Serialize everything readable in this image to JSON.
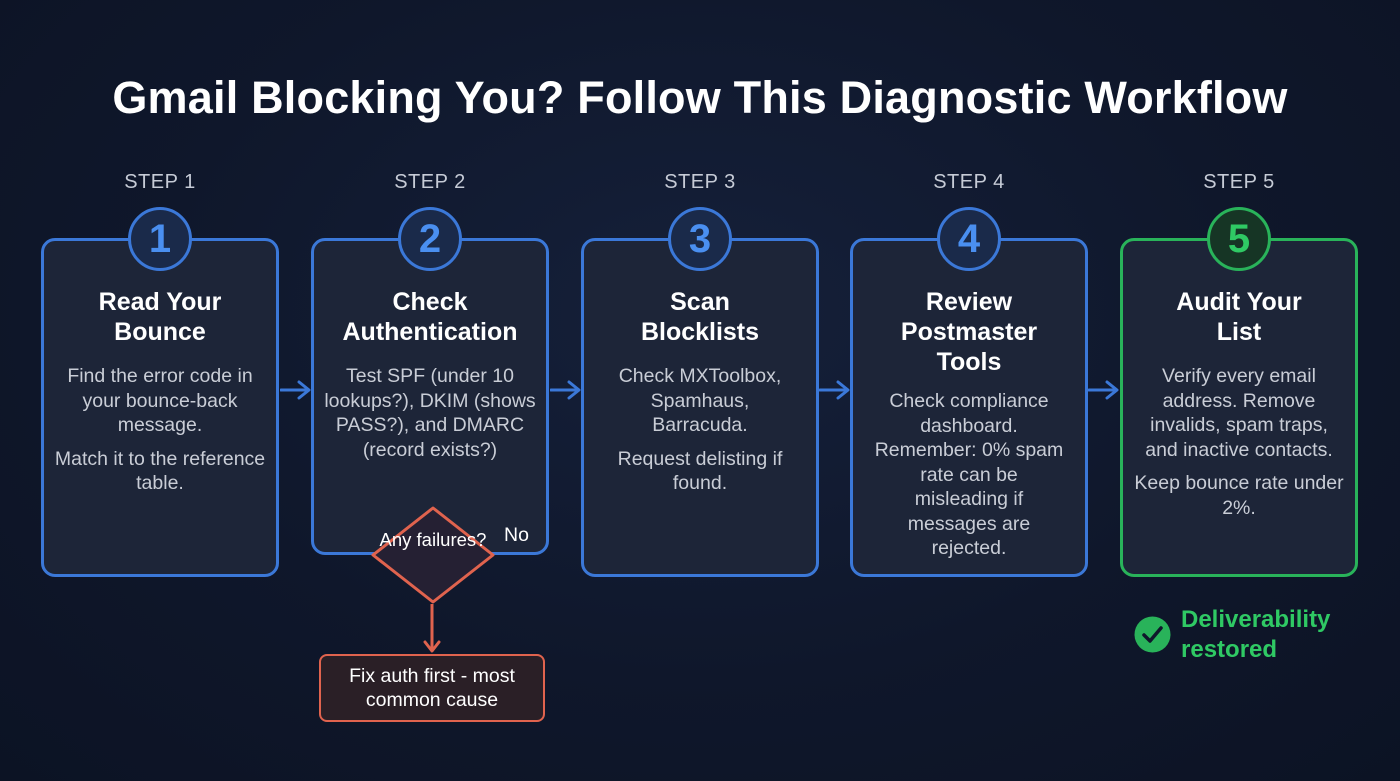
{
  "title": "Gmail Blocking You? Follow This Diagnostic Workflow",
  "steps": [
    {
      "label": "STEP 1",
      "number": "1",
      "title_lines": [
        "Read Your",
        "Bounce"
      ],
      "body": [
        "Find the error code in your bounce-back message.",
        "Match it to the reference table."
      ]
    },
    {
      "label": "STEP 2",
      "number": "2",
      "title_lines": [
        "Check",
        "Authentication"
      ],
      "body": [
        "Test SPF (under 10 lookups?), DKIM (shows PASS?), and DMARC (record exists?)"
      ]
    },
    {
      "label": "STEP 3",
      "number": "3",
      "title_lines": [
        "Scan",
        "Blocklists"
      ],
      "body": [
        "Check MXToolbox, Spamhaus, Barracuda.",
        "Request delisting if found."
      ]
    },
    {
      "label": "STEP 4",
      "number": "4",
      "title_lines": [
        "Review",
        "Postmaster",
        "Tools"
      ],
      "body": [
        "Check compliance dashboard. Remember: 0% spam rate can be misleading if messages are rejected."
      ]
    },
    {
      "label": "STEP 5",
      "number": "5",
      "title_lines": [
        "Audit Your",
        "List"
      ],
      "body": [
        "Verify every email address. Remove invalids, spam traps, and inactive contacts.",
        "Keep bounce rate under 2%."
      ]
    }
  ],
  "decision": {
    "question": "Any failures?",
    "no_label": "No",
    "action": "Fix auth first - most common cause"
  },
  "outcome": {
    "line1": "Deliverability",
    "line2": "restored"
  },
  "colors": {
    "blue": "#3b78d8",
    "green": "#29b35a",
    "red": "#e0634e",
    "background": "#0f172b"
  },
  "icons": {
    "arrow": "right-arrow-icon",
    "success": "check-circle-icon"
  }
}
